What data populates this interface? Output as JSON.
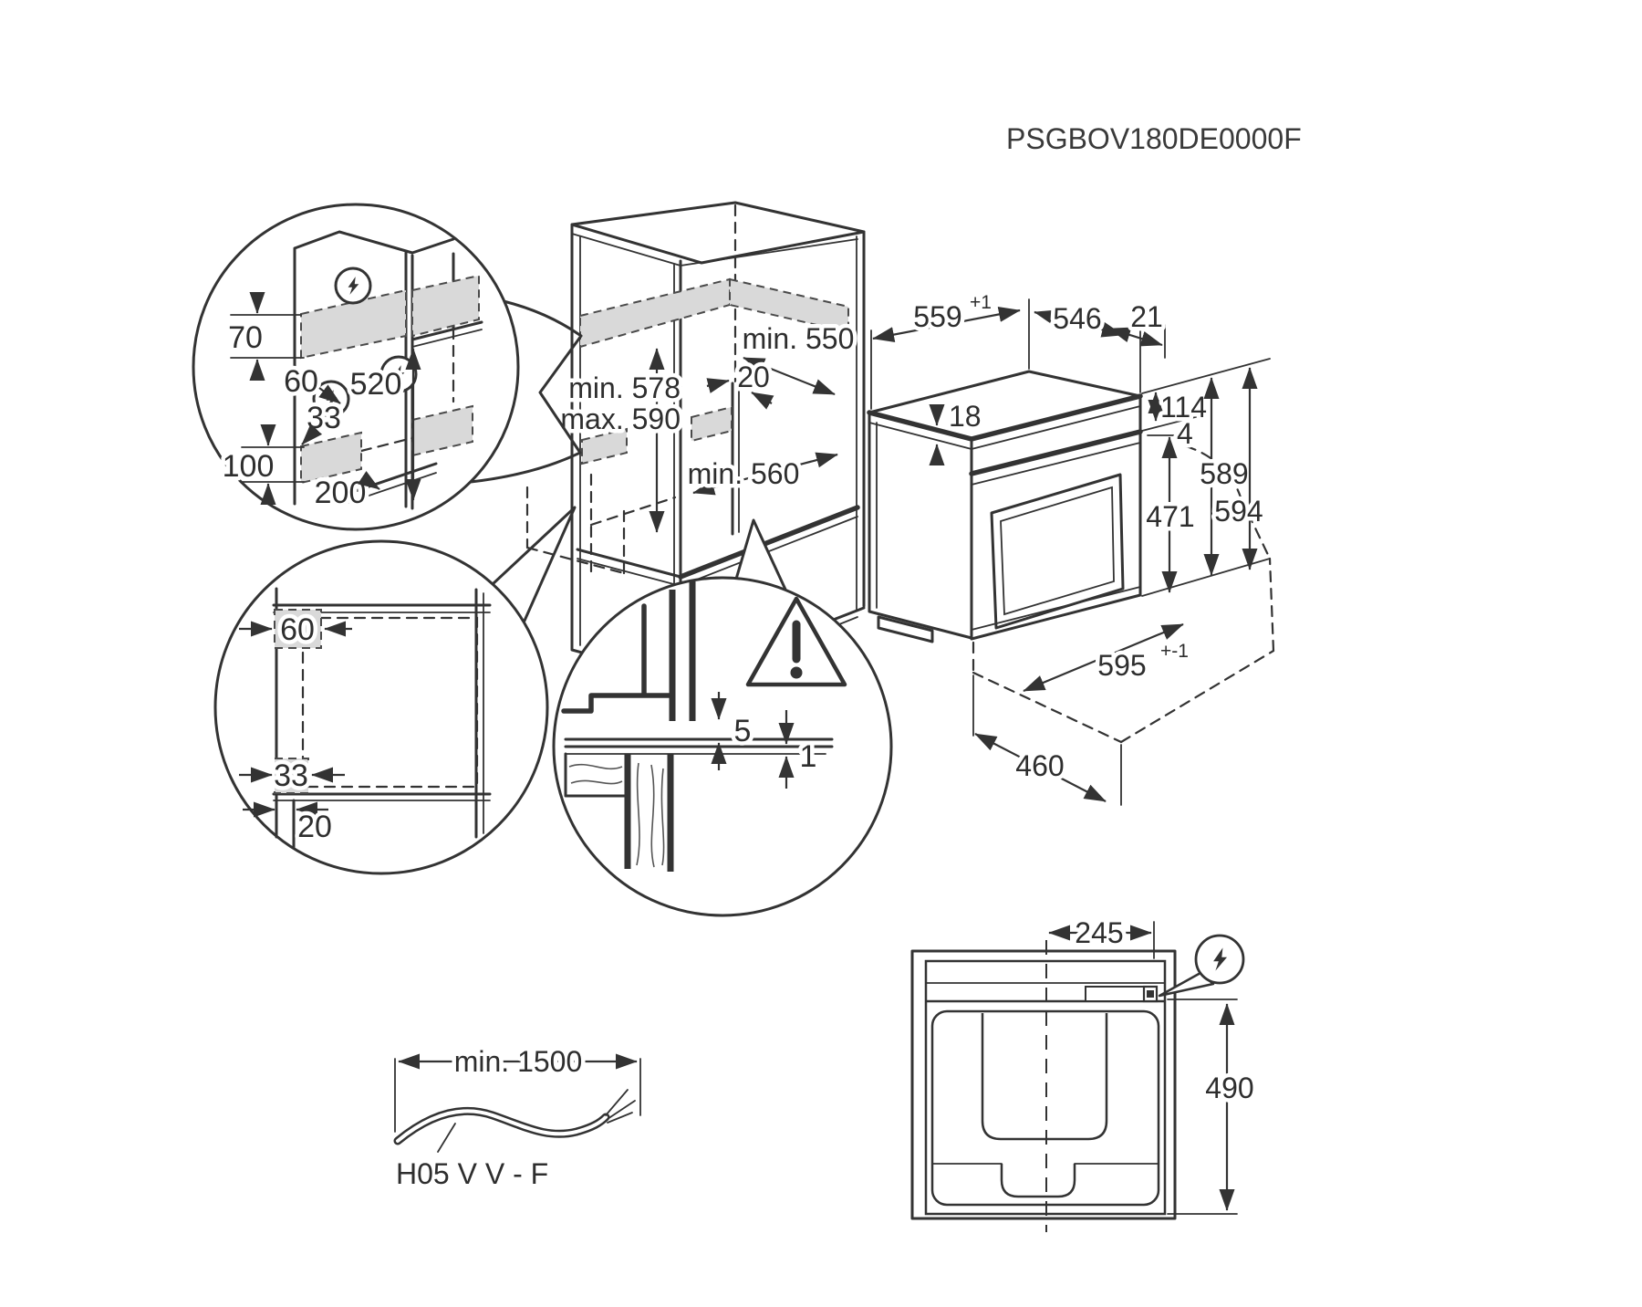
{
  "title": "PSGBOV180DE0000F",
  "colors": {
    "line": "#333333",
    "zone_fill": "#d9d9d9",
    "background": "#ffffff"
  },
  "icons": {
    "electrical": "lightning-bolt-circle",
    "warning": "exclamation-triangle"
  },
  "views": {
    "electrical_zones_detail": {
      "dims": {
        "upper_zone_height": "70",
        "upper_zone_inset": "60",
        "zone_vertical_span": "520",
        "lower_zone_inset": "33",
        "lower_zone_height": "100",
        "lower_zone_depth": "200"
      }
    },
    "front_zones_detail": {
      "dims": {
        "upper_zone_width": "60",
        "lower_zone_width": "33",
        "edge_clearance": "20"
      }
    },
    "rear_gap_detail": {
      "dims": {
        "panel_gap": "5",
        "floor_gap": "1"
      }
    },
    "cabinet": {
      "dims": {
        "depth_min": "min. 550",
        "rear_vent_gap": "20",
        "niche_height_min": "min. 578",
        "niche_height_max": "max. 590",
        "niche_width_min": "min. 560"
      }
    },
    "oven": {
      "dims": {
        "top_depth": {
          "main": "559",
          "sup": "+1"
        },
        "body_depth": "546",
        "rear_clearance": "21",
        "top_edge": "18",
        "front_top_height": "114",
        "door_gap": "4",
        "door_height": "471",
        "body_height": "589",
        "front_height": "594",
        "front_width": {
          "main": "595",
          "sup": "+-1"
        },
        "door_open_depth": "460"
      }
    },
    "power_cord": {
      "length": "min. 1500",
      "cable_type": "H05 V V - F"
    },
    "top_view": {
      "dims": {
        "connection_offset": "245",
        "connection_depth": "490"
      }
    }
  }
}
